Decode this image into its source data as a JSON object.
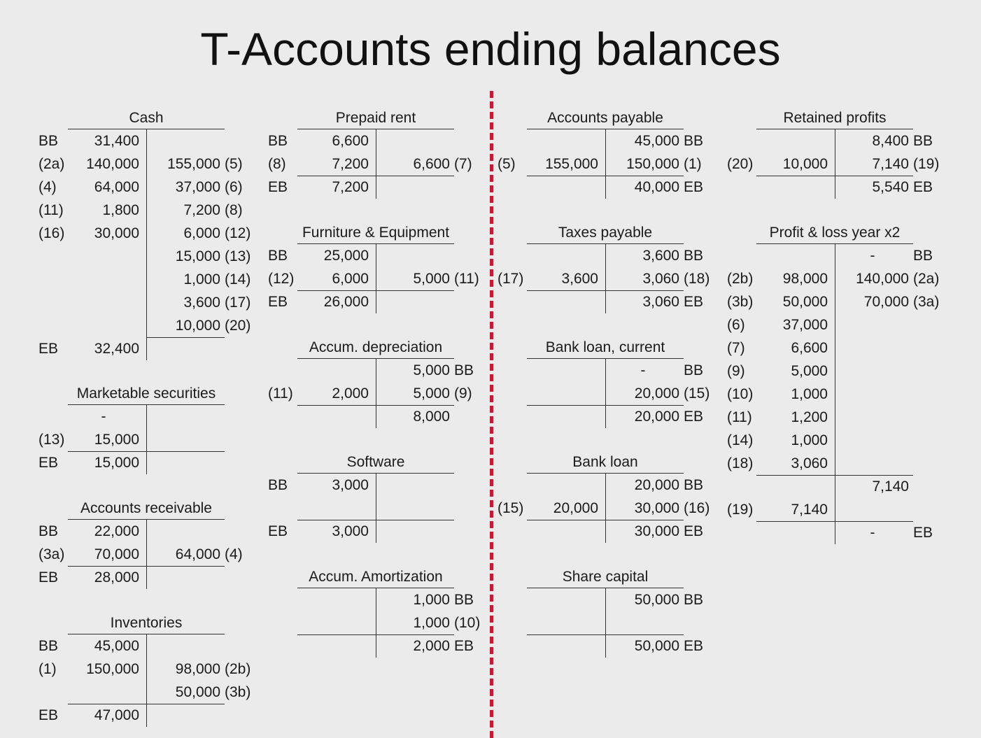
{
  "title": "T-Accounts ending balances",
  "colors": {
    "divider": "#c21d35",
    "background": "#ebebeb"
  },
  "accounts": [
    {
      "id": "cash",
      "title": "Cash",
      "rows": [
        {
          "lref": "BB",
          "deb": "31,400"
        },
        {
          "lref": "(2a)",
          "deb": "140,000",
          "cre": "155,000",
          "rref": "(5)"
        },
        {
          "lref": "(4)",
          "deb": "64,000",
          "cre": "37,000",
          "rref": "(6)"
        },
        {
          "lref": "(11)",
          "deb": "1,800",
          "cre": "7,200",
          "rref": "(8)"
        },
        {
          "lref": "(16)",
          "deb": "30,000",
          "cre": "6,000",
          "rref": "(12)"
        },
        {
          "cre": "15,000",
          "rref": "(13)"
        },
        {
          "cre": "1,000",
          "rref": "(14)"
        },
        {
          "cre": "3,600",
          "rref": "(17)"
        },
        {
          "cre": "10,000",
          "rref": "(20)"
        },
        {
          "lref": "EB",
          "deb": "32,400"
        }
      ]
    },
    {
      "id": "marketable-securities",
      "title": "Marketable securities",
      "rows": [
        {
          "deb": "-"
        },
        {
          "lref": "(13)",
          "deb": "15,000"
        },
        {
          "lref": "EB",
          "deb": "15,000"
        }
      ]
    },
    {
      "id": "accounts-receivable",
      "title": "Accounts receivable",
      "rows": [
        {
          "lref": "BB",
          "deb": "22,000"
        },
        {
          "lref": "(3a)",
          "deb": "70,000",
          "cre": "64,000",
          "rref": "(4)"
        },
        {
          "lref": "EB",
          "deb": "28,000"
        }
      ]
    },
    {
      "id": "inventories",
      "title": "Inventories",
      "rows": [
        {
          "lref": "BB",
          "deb": "45,000"
        },
        {
          "lref": "(1)",
          "deb": "150,000",
          "cre": "98,000",
          "rref": "(2b)"
        },
        {
          "cre": "50,000",
          "rref": "(3b)"
        },
        {
          "lref": "EB",
          "deb": "47,000"
        }
      ]
    },
    {
      "id": "prepaid-rent",
      "title": "Prepaid rent",
      "rows": [
        {
          "lref": "BB",
          "deb": "6,600"
        },
        {
          "lref": "(8)",
          "deb": "7,200",
          "cre": "6,600",
          "rref": "(7)"
        },
        {
          "lref": "EB",
          "deb": "7,200"
        }
      ]
    },
    {
      "id": "furniture-equipment",
      "title": "Furniture & Equipment",
      "rows": [
        {
          "lref": "BB",
          "deb": "25,000"
        },
        {
          "lref": "(12)",
          "deb": "6,000",
          "cre": "5,000",
          "rref": "(11)"
        },
        {
          "lref": "EB",
          "deb": "26,000"
        }
      ]
    },
    {
      "id": "accum-depreciation",
      "title": "Accum. depreciation",
      "rows": [
        {
          "cre": "5,000",
          "rref": "BB"
        },
        {
          "lref": "(11)",
          "deb": "2,000",
          "cre": "5,000",
          "rref": "(9)"
        },
        {
          "cre": "8,000"
        }
      ]
    },
    {
      "id": "software",
      "title": "Software",
      "rows": [
        {
          "lref": "BB",
          "deb": "3,000"
        },
        {},
        {
          "lref": "EB",
          "deb": "3,000"
        }
      ]
    },
    {
      "id": "accum-amortization",
      "title": "Accum. Amortization",
      "rows": [
        {
          "cre": "1,000",
          "rref": "BB"
        },
        {
          "cre": "1,000",
          "rref": "(10)"
        },
        {
          "cre": "2,000",
          "rref": "EB"
        }
      ]
    },
    {
      "id": "accounts-payable",
      "title": "Accounts payable",
      "rows": [
        {
          "cre": "45,000",
          "rref": "BB"
        },
        {
          "lref": "(5)",
          "deb": "155,000",
          "cre": "150,000",
          "rref": "(1)"
        },
        {
          "cre": "40,000",
          "rref": "EB"
        }
      ]
    },
    {
      "id": "taxes-payable",
      "title": "Taxes payable",
      "rows": [
        {
          "cre": "3,600",
          "rref": "BB"
        },
        {
          "lref": "(17)",
          "deb": "3,600",
          "cre": "3,060",
          "rref": "(18)"
        },
        {
          "cre": "3,060",
          "rref": "EB"
        }
      ]
    },
    {
      "id": "bank-loan-current",
      "title": "Bank loan, current",
      "rows": [
        {
          "cre": "-",
          "rref": "BB"
        },
        {
          "cre": "20,000",
          "rref": "(15)"
        },
        {
          "cre": "20,000",
          "rref": "EB"
        }
      ]
    },
    {
      "id": "bank-loan",
      "title": "Bank loan",
      "rows": [
        {
          "cre": "20,000",
          "rref": "BB"
        },
        {
          "lref": "(15)",
          "deb": "20,000",
          "cre": "30,000",
          "rref": "(16)"
        },
        {
          "cre": "30,000",
          "rref": "EB"
        }
      ]
    },
    {
      "id": "share-capital",
      "title": "Share capital",
      "rows": [
        {
          "cre": "50,000",
          "rref": "BB"
        },
        {},
        {
          "cre": "50,000",
          "rref": "EB"
        }
      ]
    },
    {
      "id": "retained-profits",
      "title": "Retained profits",
      "rows": [
        {
          "cre": "8,400",
          "rref": "BB"
        },
        {
          "lref": "(20)",
          "deb": "10,000",
          "cre": "7,140",
          "rref": "(19)"
        },
        {
          "cre": "5,540",
          "rref": "EB"
        }
      ]
    },
    {
      "id": "profit-loss",
      "title": "Profit & loss year x2",
      "rows": [
        {
          "cre": "-",
          "rref": "BB"
        },
        {
          "lref": "(2b)",
          "deb": "98,000",
          "cre": "140,000",
          "rref": "(2a)"
        },
        {
          "lref": "(3b)",
          "deb": "50,000",
          "cre": "70,000",
          "rref": "(3a)"
        },
        {
          "lref": "(6)",
          "deb": "37,000"
        },
        {
          "lref": "(7)",
          "deb": "6,600"
        },
        {
          "lref": "(9)",
          "deb": "5,000"
        },
        {
          "lref": "(10)",
          "deb": "1,000"
        },
        {
          "lref": "(11)",
          "deb": "1,200"
        },
        {
          "lref": "(14)",
          "deb": "1,000"
        },
        {
          "lref": "(18)",
          "deb": "3,060"
        },
        {
          "cre": "7,140"
        },
        {
          "lref": "(19)",
          "deb": "7,140"
        },
        {
          "cre": "-",
          "rref": "EB"
        }
      ]
    }
  ]
}
